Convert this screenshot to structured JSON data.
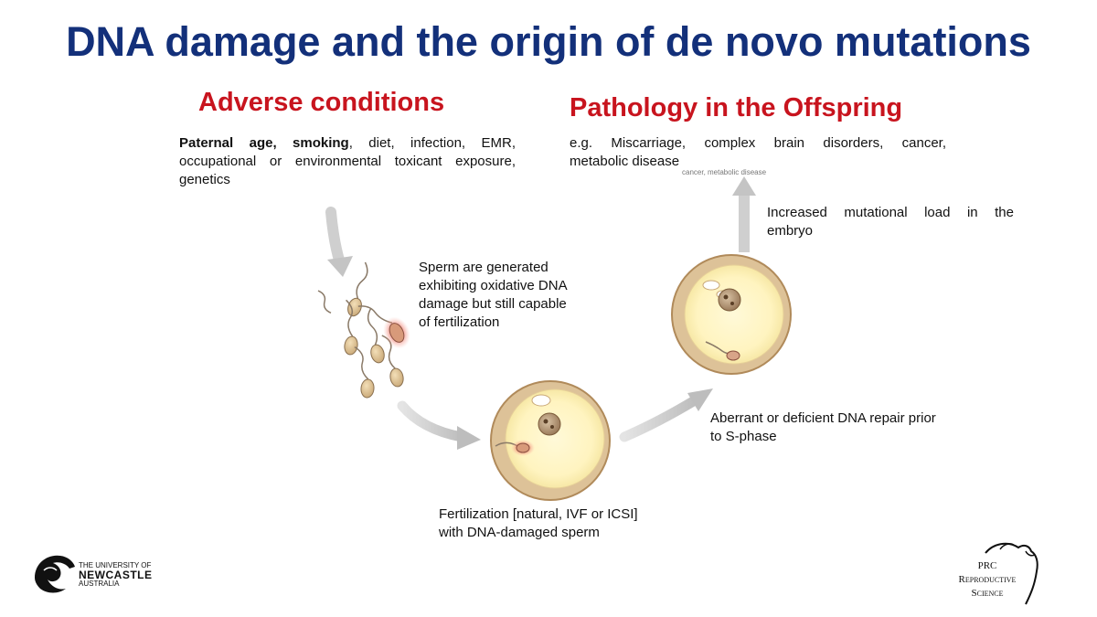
{
  "title": "DNA damage and the origin of de novo mutations",
  "left_heading": "Adverse conditions",
  "right_heading": "Pathology in the Offspring",
  "causes": {
    "bold_part": "Paternal age, smoking",
    "lines": [
      ", diet, infection, EMR,",
      "occupational or environmental toxicant exposure,",
      "genetics"
    ]
  },
  "outcomes": {
    "lines": [
      "e.g. Miscarriage, complex brain disorders, cancer,",
      "metabolic disease"
    ]
  },
  "mutational_load": {
    "lines": [
      "Increased mutational load in the",
      "embryo"
    ]
  },
  "sperm_caption": {
    "lines": [
      "Sperm are generated",
      "exhibiting oxidative DNA",
      "damage but still capable",
      "of fertilization"
    ]
  },
  "repair_caption": {
    "lines": [
      "Aberrant or deficient DNA repair prior",
      "to S-phase"
    ]
  },
  "fertilization_caption": {
    "lines": [
      "Fertilization [natural, IVF or ICSI]",
      "with DNA-damaged sperm"
    ]
  },
  "faint_label": "cancer, metabolic disease",
  "logos": {
    "university": {
      "line1": "THE UNIVERSITY OF",
      "line2": "NEWCASTLE",
      "line3": "AUSTRALIA"
    },
    "prc": {
      "line1": "PRC",
      "line2": "Reproductive",
      "line3": "Science"
    }
  },
  "colors": {
    "title": "#13307a",
    "heading": "#c8141e",
    "arrow": "#c9c9c9",
    "cell_rim": "#c8a273",
    "cell_inner": "#fff6c8"
  }
}
